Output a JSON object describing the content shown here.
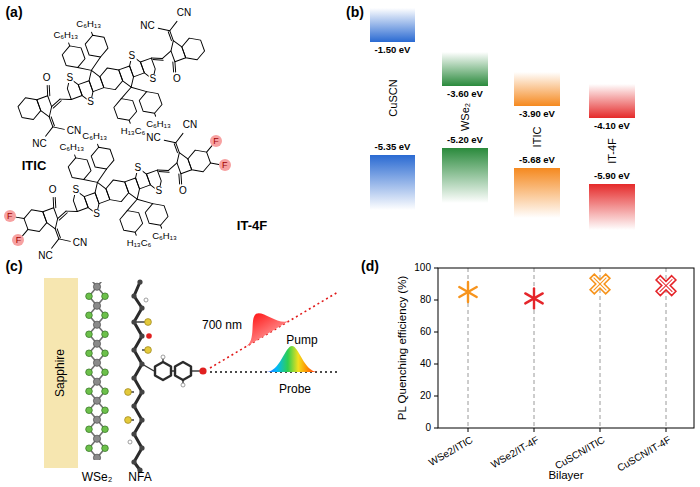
{
  "diagram": {
    "nodes": [
      {
        "text": [
          "Sapphire"
        ]
      }
    ],
    "labels": [
      "(a)",
      "ITIC",
      "IT-4F",
      "C₆H₁₃",
      "C₆H₁₃",
      "H₁₃C₆",
      "C₆H₁₃",
      "O",
      "O",
      "NC",
      "CN",
      "NC",
      "CN",
      "S",
      "S",
      "S",
      "S",
      "C₆H₁₃",
      "C₆H₁₃",
      "H₁₃C₆",
      "C₆H₁₃",
      "O",
      "O",
      "NC",
      "CN",
      "NC",
      "CN",
      "S",
      "S",
      "S",
      "S",
      "F",
      "F",
      "F",
      "F",
      "(b)",
      "CuSCN",
      "-1.50 eV",
      "-5.35 eV",
      "WSe₂",
      "-3.60 eV",
      "-5.20 eV",
      "ITIC",
      "-3.90 eV",
      "-5.68 eV",
      "IT-4F",
      "-4.10 eV",
      "-5.90 eV",
      "(c)",
      "WSe₂",
      "NFA",
      "700 nm",
      "Pump",
      "Probe",
      "(d)",
      "PL Quenching efficiency (%)",
      "0",
      "20",
      "40",
      "60",
      "80",
      "100",
      "WSe2/ITIC",
      "WSe2/IT-4F",
      "CuSCN/ITIC",
      "CuSCN/IT-4F",
      "Bilayer"
    ]
  }
}
